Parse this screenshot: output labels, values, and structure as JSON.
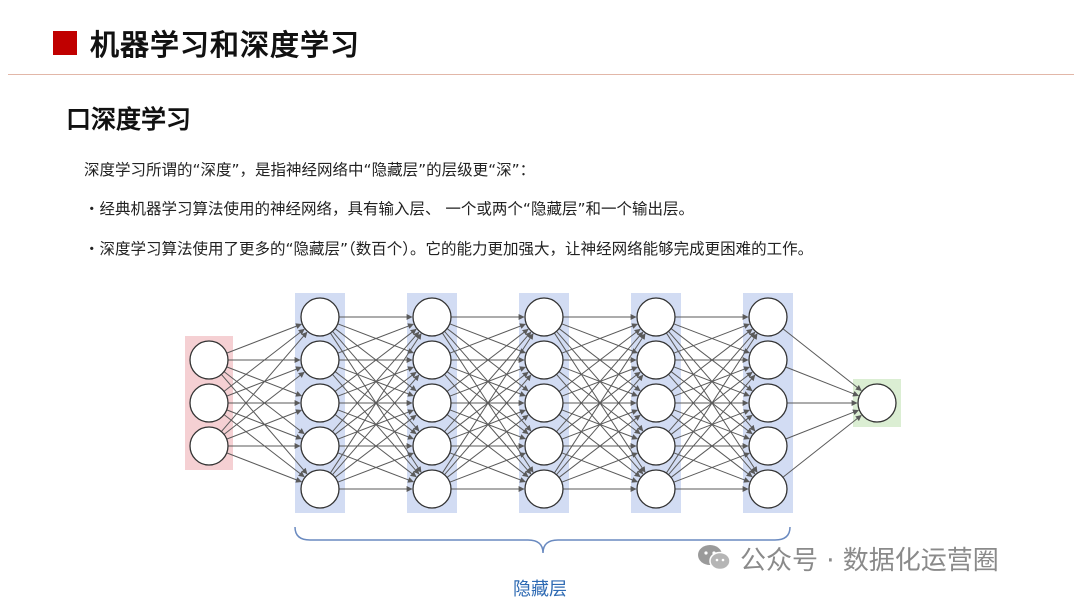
{
  "slide": {
    "title": "机器学习和深度学习",
    "section_heading": "口深度学习",
    "lines": [
      "深度学习所谓的“深度”，是指神经网络中“隐藏层”的层级更“深”：",
      "・经典机器学习算法使用的神经网络，具有输入层、 一个或两个“隐藏层”和一个输出层。",
      "・深度学习算法使用了更多的“隐藏层”（数百个）。它的能力更加强大，让神经网络能够完成更困难的工作。"
    ],
    "hidden_caption": "隐藏层"
  },
  "diagram": {
    "layer_node_counts": [
      3,
      5,
      5,
      5,
      5,
      5,
      1
    ],
    "colors": {
      "input_band": "#f5d0d3",
      "hidden_band": "#d2dcf3",
      "output_band": "#dbeed3",
      "node_stroke": "#333333",
      "edge": "#5a5a5a",
      "brace": "#6a8ac0",
      "accent": "#c00000",
      "caption": "#2e6ab3"
    }
  },
  "watermark": {
    "icon": "wechat-icon",
    "text": "公众号 · 数据化运营圈"
  }
}
